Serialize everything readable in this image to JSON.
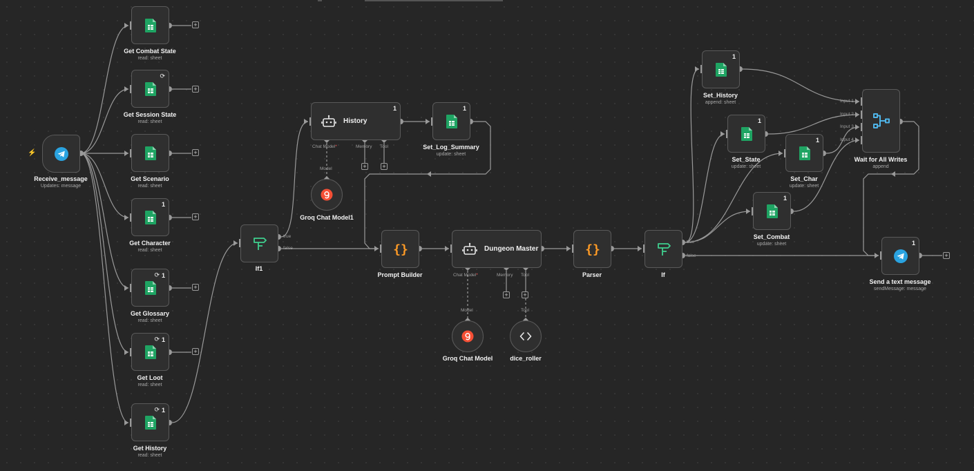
{
  "nodes": {
    "receive_message": {
      "title": "Receive_message",
      "subtitle": "Updates: message"
    },
    "get_combat_state": {
      "title": "Get Combat State",
      "subtitle": "read: sheet"
    },
    "get_session_state": {
      "title": "Get Session State",
      "subtitle": "read: sheet"
    },
    "get_scenario": {
      "title": "Get Scenario",
      "subtitle": "read: sheet"
    },
    "get_character": {
      "title": "Get Character",
      "subtitle": "read: sheet",
      "badge": "1"
    },
    "get_glossary": {
      "title": "Get Glossary",
      "subtitle": "read: sheet",
      "badge": "1"
    },
    "get_loot": {
      "title": "Get Loot",
      "subtitle": "read: sheet",
      "badge": "1"
    },
    "get_history": {
      "title": "Get History",
      "subtitle": "read: sheet",
      "badge": "1"
    },
    "if1": {
      "title": "If1",
      "true_label": "true",
      "false_label": "false"
    },
    "history": {
      "title": "History",
      "badge": "1",
      "port_chat": "Chat Model",
      "port_memory": "Memory",
      "port_tool": "Tool"
    },
    "groq_chat_model1": {
      "title": "Groq Chat Model1",
      "conn_label": "Model"
    },
    "set_log_summary": {
      "title": "Set_Log_Summary",
      "subtitle": "update: sheet",
      "badge": "1"
    },
    "prompt_builder": {
      "title": "Prompt Builder"
    },
    "dungeon_master": {
      "title": "Dungeon Master",
      "port_chat": "Chat Model",
      "port_memory": "Memory",
      "port_tool": "Tool"
    },
    "groq_chat_model": {
      "title": "Groq Chat Model",
      "conn_label": "Model"
    },
    "dice_roller": {
      "title": "dice_roller",
      "conn_label": "Tool"
    },
    "parser": {
      "title": "Parser"
    },
    "if": {
      "title": "If",
      "true_label": "true",
      "false_label": "false"
    },
    "set_history": {
      "title": "Set_History",
      "subtitle": "append: sheet",
      "badge": "1"
    },
    "set_state": {
      "title": "Set_State",
      "subtitle": "update: sheet",
      "badge": "1"
    },
    "set_char": {
      "title": "Set_Char",
      "subtitle": "update: sheet",
      "badge": "1"
    },
    "set_combat": {
      "title": "Set_Combat",
      "subtitle": "update: sheet",
      "badge": "1"
    },
    "wait_for_all_writes": {
      "title": "Wait for All Writes",
      "subtitle": "append",
      "inputs": [
        "Input 1",
        "Input 2",
        "Input 3",
        "Input 4"
      ]
    },
    "send_text_message": {
      "title": "Send a text message",
      "subtitle": "sendMessage: message",
      "badge": "1"
    }
  },
  "icons": {
    "sheets": "google-sheets-icon",
    "telegram": "telegram-icon",
    "if": "if-branch-icon",
    "agent": "robot-icon",
    "code": "curly-braces-icon",
    "groq": "groq-icon",
    "tool": "code-tag-icon",
    "merge": "merge-icon"
  },
  "colors": {
    "background": "#262626",
    "node_bg": "#2f2f2f",
    "edge": "#9a9a9a",
    "sheets_green": "#1fa463",
    "telegram_blue": "#2aa3e0",
    "if_green": "#3fcf8e",
    "code_orange": "#ff9b26",
    "groq_red": "#f54f35",
    "merge_blue": "#4fb4e8",
    "required_red": "#ff5a5a"
  }
}
